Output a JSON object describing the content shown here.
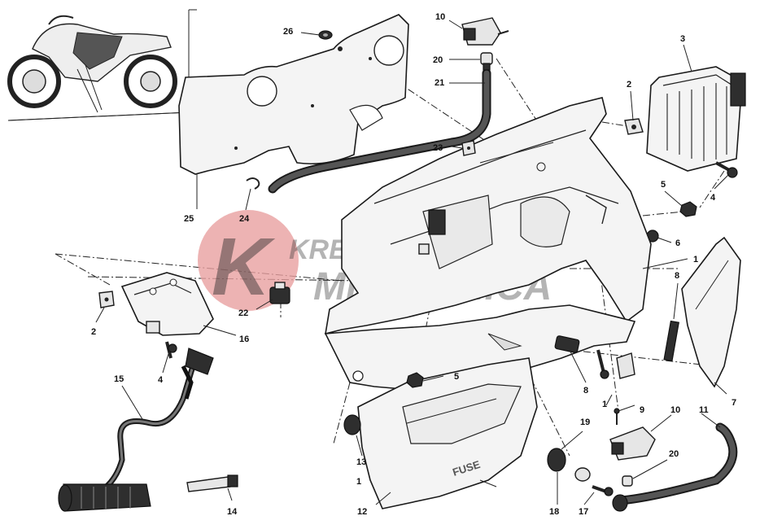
{
  "watermark": {
    "line1": "KREUBICH",
    "line2": "MECCANICA",
    "logo_letter": "K",
    "logo_color": "#e8a0a0"
  },
  "fuse_label": "FUSE",
  "callouts": [
    {
      "id": "c26",
      "text": "26"
    },
    {
      "id": "c10a",
      "text": "10"
    },
    {
      "id": "c3",
      "text": "3"
    },
    {
      "id": "c20a",
      "text": "20"
    },
    {
      "id": "c21",
      "text": "21"
    },
    {
      "id": "c2a",
      "text": "2"
    },
    {
      "id": "c23",
      "text": "23"
    },
    {
      "id": "c5a",
      "text": "5"
    },
    {
      "id": "c4a",
      "text": "4"
    },
    {
      "id": "c25",
      "text": "25"
    },
    {
      "id": "c24",
      "text": "24"
    },
    {
      "id": "c6",
      "text": "6"
    },
    {
      "id": "c1a",
      "text": "1"
    },
    {
      "id": "c8a",
      "text": "8"
    },
    {
      "id": "c22",
      "text": "22"
    },
    {
      "id": "c2b",
      "text": "2"
    },
    {
      "id": "c16",
      "text": "16"
    },
    {
      "id": "c4b",
      "text": "4"
    },
    {
      "id": "c15",
      "text": "15"
    },
    {
      "id": "c5b",
      "text": "5"
    },
    {
      "id": "c8b",
      "text": "8"
    },
    {
      "id": "c1b",
      "text": "1"
    },
    {
      "id": "c9",
      "text": "9"
    },
    {
      "id": "c10b",
      "text": "10"
    },
    {
      "id": "c11",
      "text": "11"
    },
    {
      "id": "c7",
      "text": "7"
    },
    {
      "id": "c19",
      "text": "19"
    },
    {
      "id": "c13",
      "text": "13"
    },
    {
      "id": "c1c",
      "text": "1"
    },
    {
      "id": "c20b",
      "text": "20"
    },
    {
      "id": "c14",
      "text": "14"
    },
    {
      "id": "c12",
      "text": "12"
    },
    {
      "id": "c18",
      "text": "18"
    },
    {
      "id": "c17",
      "text": "17"
    }
  ]
}
